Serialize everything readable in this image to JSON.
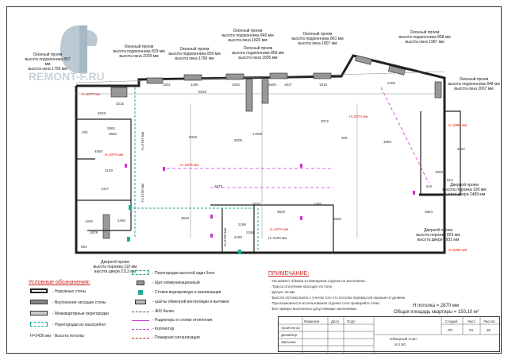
{
  "brand": {
    "logo_text": "REMONT-F.RU"
  },
  "openings": [
    {
      "label": "Оконный проем\nвысота подоконника 857 мм\nвысота окна 1709 мм"
    },
    {
      "label": "Оконный проем\nвысота подоконника 829 мм\nвысота окна 2039 мм"
    },
    {
      "label": "Оконный проем\nвысота подоконника 859 мм\nвысота окна 1790 мм"
    },
    {
      "label": "Оконный проем\nвысота подоконника 840 мм\nвысота окна 1820 мм"
    },
    {
      "label": "Оконный проем\nвысота подоконника 859 мм\nвысота окна 1805 мм"
    },
    {
      "label": "Оконный проем\nвысота подоконника 861 мм\nвысота окна 1807 мм"
    },
    {
      "label": "Оконный проем\nвысота подоконника 858 мм\nвысота окна 1987 мм"
    },
    {
      "label": "Оконный проем\nвысота подоконника 848 мм\nвысота окна 2007 мм"
    },
    {
      "label": "Дверной проем\nвысота порожка 190 мм\nвысота двери 2489 мм"
    },
    {
      "label": "Дверной проем\nвысота порожка 829 мм\nвысота двери 1931 мм"
    },
    {
      "label": "Дверной проем\nвысота порожка 110 мм\nвысота двери 2113 мм"
    }
  ],
  "dimensions": [
    "1801",
    "1185",
    "1640",
    "1600",
    "1817",
    "1615",
    "2400",
    "5028",
    "3015",
    "2628",
    "3862",
    "400",
    "3562",
    "2130",
    "4000",
    "1427",
    "6348",
    "17600",
    "9205",
    "305",
    "4694",
    "3600",
    "3620",
    "3570",
    "2305",
    "3620",
    "2460",
    "2150",
    "1260",
    "2878",
    "964",
    "3072",
    "2168",
    "2198",
    "2676",
    "3664",
    "2507",
    "1000",
    "613",
    "615"
  ],
  "ceiling_marks": [
    "Н=2870 мм",
    "Н=2874 мм",
    "Н=2876 мм",
    "Н=2875 мм",
    "Н=2880 мм",
    "Н=2876 мм",
    "Н=2880 мм"
  ],
  "vertical_marks": [
    "Н=2164 мм",
    "Н=2196 мм",
    "Н=2190 мм",
    "Н=2199 мм"
  ],
  "legend": {
    "title": "Условные обозначения:",
    "items": [
      "- Наружные стены",
      "- Внутренние несущие стены",
      "- Межквартирные перегородки",
      "- Перегородки из пазогребня",
      "- Высота потолка"
    ],
    "items2": [
      "- Перегородки высотой один блок",
      "- Щит коммуникационный",
      "- Стояки водопровода и канализации",
      "- шахты обменной вентиляции и вытяжки",
      "- Ж/б балки",
      "- Радиаторы и стояки отопления",
      "- Коллектор",
      "- Пожарная сигнализация"
    ],
    "ceiling_sample": "Н=2436 мм"
  },
  "notes": {
    "title": "ПРИМЕЧАНИЕ:",
    "lines": [
      "- На момент обмера в помещении отделка не выполнена.",
      "- Трасса отопления проходит по полу.",
      "- Допуск 40 мм.",
      "- Высота потолка взята с учетом того что потолок перекрытия окрашен в уровень.",
      "- При возможности использования отделки стен проверяйте отвес.",
      "- Все замеры выполнены допустимыми значениями."
    ]
  },
  "summary": {
    "ceiling": "Н потолка = 2870 мм",
    "area": "Общая площадь квартиры = 150,10 м²"
  },
  "stamp": {
    "headers": [
      "Фамилия",
      "Дата",
      "Подп"
    ],
    "roles": [
      "Архитектор",
      "Дизайнер",
      "Заказчик"
    ],
    "sheet_headers": [
      "Стадия",
      "Лист",
      "Листов"
    ],
    "sheet_values": [
      "РП",
      "03",
      "35"
    ],
    "title": "Обмерный план.",
    "scale": "М 1:60"
  }
}
